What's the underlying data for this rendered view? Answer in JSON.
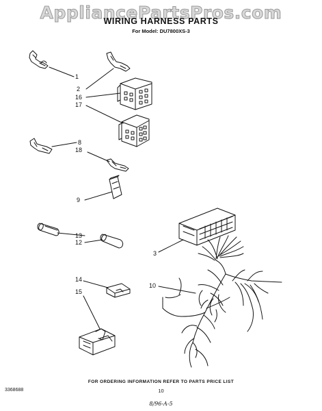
{
  "watermark": "AppliancePartsPros.com",
  "title": "WIRING HARNESS PARTS",
  "subtitle": "For Model: DU7800XS-3",
  "callouts": {
    "c1": "1",
    "c2": "2",
    "c16": "16",
    "c17": "17",
    "c8": "8",
    "c18": "18",
    "c9": "9",
    "c13": "13",
    "c12": "12",
    "c3": "3",
    "c10": "10",
    "c14": "14",
    "c15": "15"
  },
  "footer_note": "FOR ORDERING INFORMATION REFER TO PARTS PRICE LIST",
  "document_number": "3368688",
  "page_number": "10",
  "handwritten_note": "8/96-A-5"
}
